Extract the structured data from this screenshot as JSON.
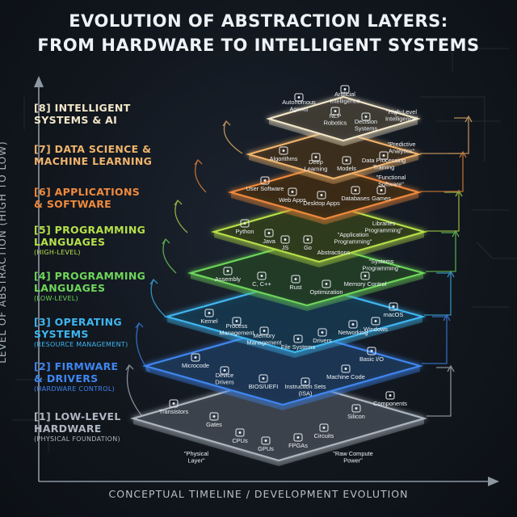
{
  "title": {
    "line1": "EVOLUTION OF ABSTRACTION LAYERS:",
    "line2": "FROM HARDWARE TO INTELLIGENT SYSTEMS"
  },
  "axes": {
    "y_label": "LEVEL OF ABSTRACTION (HIGH TO LOW)",
    "x_label": "CONCEPTUAL TIMELINE / DEVELOPMENT EVOLUTION"
  },
  "layers": [
    {
      "id": 8,
      "color": "#f3e7c9",
      "label": "[8] INTELLIGENT\nSYSTEMS & AI",
      "sub": "",
      "items": [
        {
          "text": "Autonomous\nAgents",
          "icon": "robot-head-icon"
        },
        {
          "text": "Artificial\nIntelligence",
          "icon": "brain-icon"
        },
        {
          "text": "NLP\nRobotics",
          "icon": "speech-icon"
        },
        {
          "text": "Decision\nSystems",
          "icon": "decision-icon"
        },
        {
          "text": "\"High-Level\nIntelligence\"",
          "icon": ""
        }
      ]
    },
    {
      "id": 7,
      "color": "#f0b46c",
      "label": "[7] DATA SCIENCE &\nMACHINE LEARNING",
      "sub": "",
      "items": [
        {
          "text": "Algorithms",
          "icon": "network-icon"
        },
        {
          "text": "Deep\nLearning",
          "icon": "layers-icon"
        },
        {
          "text": "Models",
          "icon": "gear-icon"
        },
        {
          "text": "Data Processing\nTraining",
          "icon": "chart-icon"
        },
        {
          "text": "\"Predictive\nAnalytics\"",
          "icon": ""
        }
      ]
    },
    {
      "id": 6,
      "color": "#f08a3c",
      "label": "[6] APPLICATIONS\n& SOFTWARE",
      "sub": "",
      "items": [
        {
          "text": "User Software",
          "icon": "window-icon"
        },
        {
          "text": "Web Apps",
          "icon": "globe-icon"
        },
        {
          "text": "Desktop Apps",
          "icon": "monitor-icon"
        },
        {
          "text": "Databases",
          "icon": "database-icon"
        },
        {
          "text": "Games",
          "icon": "gamepad-icon"
        },
        {
          "text": "\"Functional\nSoftware\"",
          "icon": ""
        }
      ]
    },
    {
      "id": 5,
      "color": "#b6e04a",
      "label": "[5] PROGRAMMING\nLANGUAGES",
      "sub": "(HIGH-LEVEL)",
      "items": [
        {
          "text": "Python",
          "icon": "python-icon"
        },
        {
          "text": "Java",
          "icon": "coffee-icon"
        },
        {
          "text": "JS",
          "icon": "js-icon"
        },
        {
          "text": "Go",
          "icon": "go-icon"
        },
        {
          "text": "Abstractions",
          "icon": ""
        },
        {
          "text": "Libraries\nProgramming\"",
          "icon": ""
        },
        {
          "text": "\"Application\nProgramming\"",
          "icon": ""
        }
      ]
    },
    {
      "id": 4,
      "color": "#6ed65a",
      "label": "[4] PROGRAMMING\nLANGUAGES",
      "sub": "(LOW-LEVEL)",
      "items": [
        {
          "text": "Assembly",
          "icon": "chip-icon"
        },
        {
          "text": "C, C++",
          "icon": "c-icon"
        },
        {
          "text": "Rust",
          "icon": "rust-icon"
        },
        {
          "text": "Optimization",
          "icon": "speedometer-icon"
        },
        {
          "text": "Memory Control",
          "icon": "memory-icon"
        },
        {
          "text": "\"Systems\nProgramming\"",
          "icon": ""
        }
      ]
    },
    {
      "id": 3,
      "color": "#3fb6f0",
      "label": "[3] OPERATING\nSYSTEMS",
      "sub": "(RESOURCE MANAGEMENT)",
      "items": [
        {
          "text": "Kernel",
          "icon": "penguin-icon"
        },
        {
          "text": "Process\nManagement",
          "icon": "process-icon"
        },
        {
          "text": "Memory\nManagement",
          "icon": "ram-icon"
        },
        {
          "text": "File Systems",
          "icon": "folder-icon"
        },
        {
          "text": "Drivers",
          "icon": "driver-icon"
        },
        {
          "text": "Networking",
          "icon": "network-globe-icon"
        },
        {
          "text": "Windows",
          "icon": "windows-icon"
        },
        {
          "text": "macOS",
          "icon": "apple-icon"
        }
      ]
    },
    {
      "id": 2,
      "color": "#3f86f0",
      "label": "[2] FIRMWARE\n& DRIVERS",
      "sub": "(HARDWARE CONTROL)",
      "items": [
        {
          "text": "Microcode",
          "icon": "microcode-icon"
        },
        {
          "text": "Device\nDrivers",
          "icon": "device-icon"
        },
        {
          "text": "BIOS/UEFI",
          "icon": "bios-chip-icon"
        },
        {
          "text": "Instruction Sets\n(ISA)",
          "icon": "isa-icon"
        },
        {
          "text": "Machine Code",
          "icon": "binary-icon"
        },
        {
          "text": "Basic I/O",
          "icon": "io-icon"
        }
      ]
    },
    {
      "id": 1,
      "color": "#aeb6c0",
      "label": "[1] LOW-LEVEL\nHARDWARE",
      "sub": "(PHYSICAL FOUNDATION)",
      "items": [
        {
          "text": "Transistors",
          "icon": "transistor-icon"
        },
        {
          "text": "Gates",
          "icon": "gate-icon"
        },
        {
          "text": "CPUs",
          "icon": "cpu-icon"
        },
        {
          "text": "GPUs",
          "icon": "gpu-icon"
        },
        {
          "text": "FPGAs",
          "icon": "fpga-icon"
        },
        {
          "text": "Circuits",
          "icon": "circuit-icon"
        },
        {
          "text": "Silicon",
          "icon": "silicon-icon"
        },
        {
          "text": "Components",
          "icon": "component-icon"
        },
        {
          "text": "\"Physical\nLayer\"",
          "icon": ""
        },
        {
          "text": "\"Raw Compute\nPower\"",
          "icon": ""
        }
      ]
    }
  ]
}
